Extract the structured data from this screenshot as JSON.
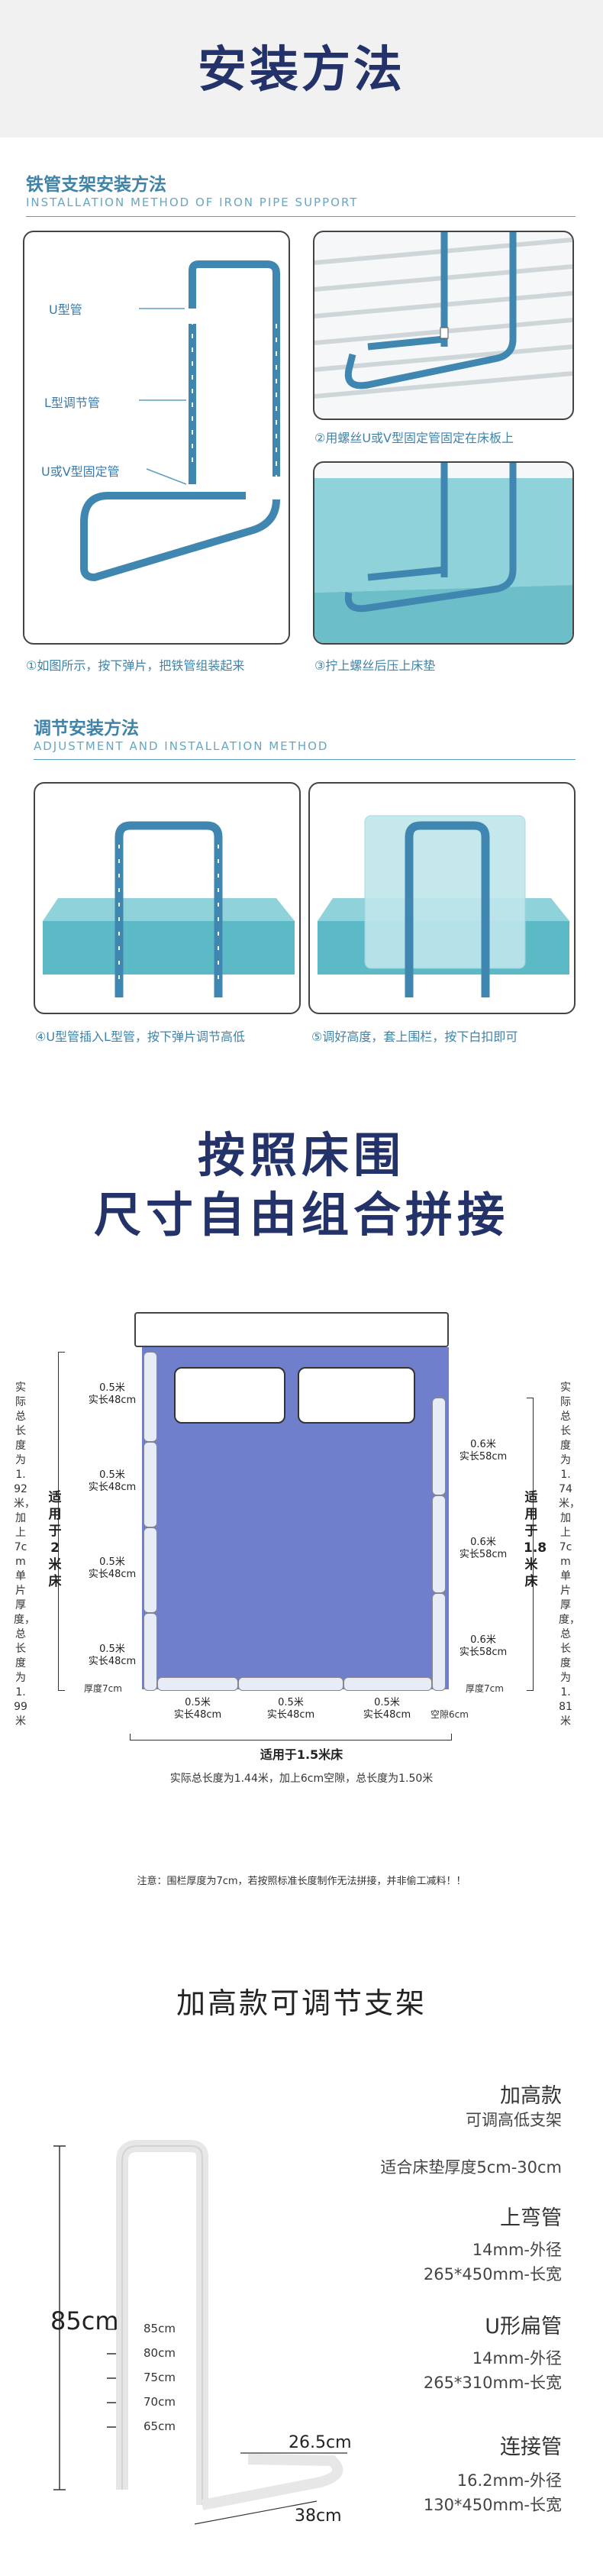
{
  "header": {
    "title": "安装方法"
  },
  "section1": {
    "title": "铁管支架安装方法",
    "subtitle": "INSTALLATION METHOD OF IRON PIPE SUPPORT",
    "labels": {
      "u_pipe": "U型管",
      "l_pipe": "L型调节管",
      "fix_pipe": "U或V型固定管"
    },
    "captions": [
      "①如图所示，按下弹片，把铁管组装起来",
      "②用螺丝U或V型固定管固定在床板上",
      "③拧上螺丝后压上床垫"
    ]
  },
  "section2": {
    "title": "调节安装方法",
    "subtitle": "ADJUSTMENT AND INSTALLATION METHOD",
    "captions": [
      "④U型管插入L型管，按下弹片调节高低",
      "⑤调好高度，套上围栏，按下白扣即可"
    ]
  },
  "combine": {
    "line1": "按照床围",
    "line2": "尺寸自由组合拼接"
  },
  "bed": {
    "left_note": "实际总长度为1.92米，加上7cm单片厚度，总长度为1.99米",
    "left_bed_label": "适用于2米床",
    "right_note": "实际总长度为1.74米，加上7cm单片厚度，总长度为1.81米",
    "right_bed_label": "适用于1.8米床",
    "left_segments": [
      {
        "size": "0.5米",
        "actual": "实长48cm"
      },
      {
        "size": "0.5米",
        "actual": "实长48cm"
      },
      {
        "size": "0.5米",
        "actual": "实长48cm"
      },
      {
        "size": "0.5米",
        "actual": "实长48cm"
      }
    ],
    "right_segments": [
      {
        "size": "0.6米",
        "actual": "实长58cm"
      },
      {
        "size": "0.6米",
        "actual": "实长58cm"
      },
      {
        "size": "0.6米",
        "actual": "实长58cm"
      }
    ],
    "bottom_segments": [
      {
        "size": "0.5米",
        "actual": "实长48cm"
      },
      {
        "size": "0.5米",
        "actual": "实长48cm"
      },
      {
        "size": "0.5米",
        "actual": "实长48cm"
      }
    ],
    "thickness_left": "厚度7cm",
    "thickness_right": "厚度7cm",
    "gap": "空隙6cm",
    "bottom_bed_label": "适用于1.5米床",
    "bottom_note": "实际总长度为1.44米，加上6cm空隙，总长度为1.50米"
  },
  "notice": "注意：围栏厚度为7cm，若按照标准长度制作无法拼接，并非偷工减料！！",
  "bracket": {
    "title": "加高款可调节支架",
    "height_label": "85cm",
    "height_marks": [
      "85cm",
      "80cm",
      "75cm",
      "70cm",
      "65cm"
    ],
    "dim_width": "26.5cm",
    "dim_depth": "38cm",
    "specs": [
      {
        "title": "加高款",
        "lines": [
          "可调高低支架"
        ]
      },
      {
        "title": "",
        "lines": [
          "适合床垫厚度5cm-30cm"
        ]
      },
      {
        "title": "上弯管",
        "lines": [
          "14mm-外径",
          "265*450mm-长宽"
        ]
      },
      {
        "title": "U形扁管",
        "lines": [
          "14mm-外径",
          "265*310mm-长宽"
        ]
      },
      {
        "title": "连接管",
        "lines": [
          "16.2mm-外径",
          "130*450mm-长宽"
        ]
      }
    ]
  }
}
